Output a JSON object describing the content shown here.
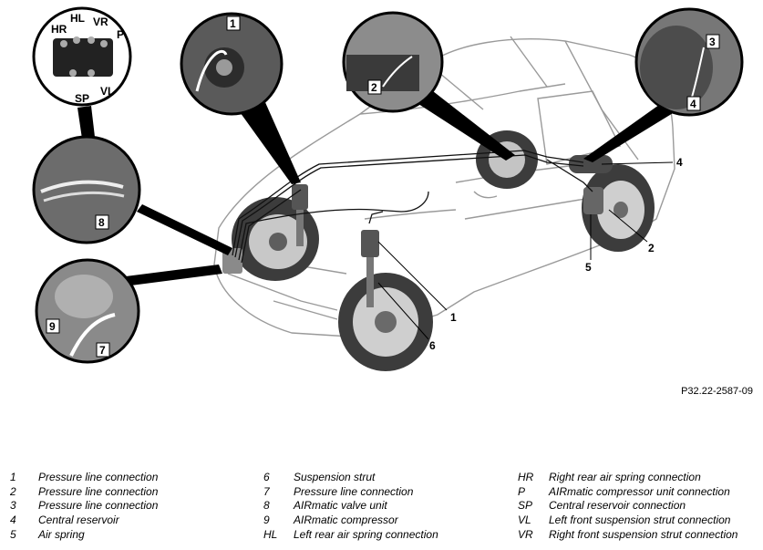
{
  "figure": {
    "reference": "P32.22-2587-09",
    "callouts": {
      "c1": "1",
      "c2": "2",
      "c3": "3",
      "c4": "4",
      "c5": "5",
      "c6": "6",
      "c7": "7",
      "c8": "8",
      "c9": "9"
    },
    "valve_ports": {
      "hr": "HR",
      "hl": "HL",
      "vr": "VR",
      "p": "P",
      "sp": "SP",
      "vl": "VL"
    }
  },
  "legend": {
    "col1": [
      {
        "key": "1",
        "desc": "Pressure line connection"
      },
      {
        "key": "2",
        "desc": "Pressure line connection"
      },
      {
        "key": "3",
        "desc": "Pressure line connection"
      },
      {
        "key": "4",
        "desc": "Central reservoir"
      },
      {
        "key": "5",
        "desc": "Air spring"
      }
    ],
    "col2": [
      {
        "key": "6",
        "desc": "Suspension strut"
      },
      {
        "key": "7",
        "desc": "Pressure line connection"
      },
      {
        "key": "8",
        "desc": "AIRmatic valve unit"
      },
      {
        "key": "9",
        "desc": "AIRmatic compressor"
      },
      {
        "key": "HL",
        "desc": "Left rear air spring connection"
      }
    ],
    "col3": [
      {
        "key": "HR",
        "desc": "Right rear air spring connection"
      },
      {
        "key": "P",
        "desc": "AIRmatic compressor unit connection"
      },
      {
        "key": "SP",
        "desc": "Central reservoir connection"
      },
      {
        "key": "VL",
        "desc": "Left front suspension strut connection"
      },
      {
        "key": "VR",
        "desc": "Right front suspension strut connection"
      }
    ]
  }
}
